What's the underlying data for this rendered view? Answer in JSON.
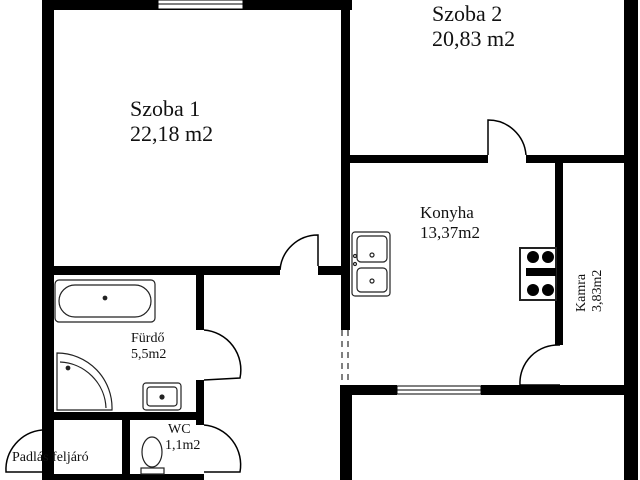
{
  "rooms": {
    "szoba1": {
      "name": "Szoba 1",
      "area": "22,18 m2"
    },
    "szoba2": {
      "name": "Szoba 2",
      "area": "20,83 m2"
    },
    "konyha": {
      "name": "Konyha",
      "area": "13,37m2"
    },
    "kamra": {
      "name": "Kamra",
      "area": "3,83m2"
    },
    "furdo": {
      "name": "Fürdő",
      "area": "5,5m2"
    },
    "wc": {
      "name": "WC",
      "area": "1,1m2"
    },
    "padlas": {
      "name": "Padlás feljáró"
    }
  },
  "colors": {
    "wall": "#000000",
    "background": "#ffffff",
    "fixture": "#222222"
  }
}
